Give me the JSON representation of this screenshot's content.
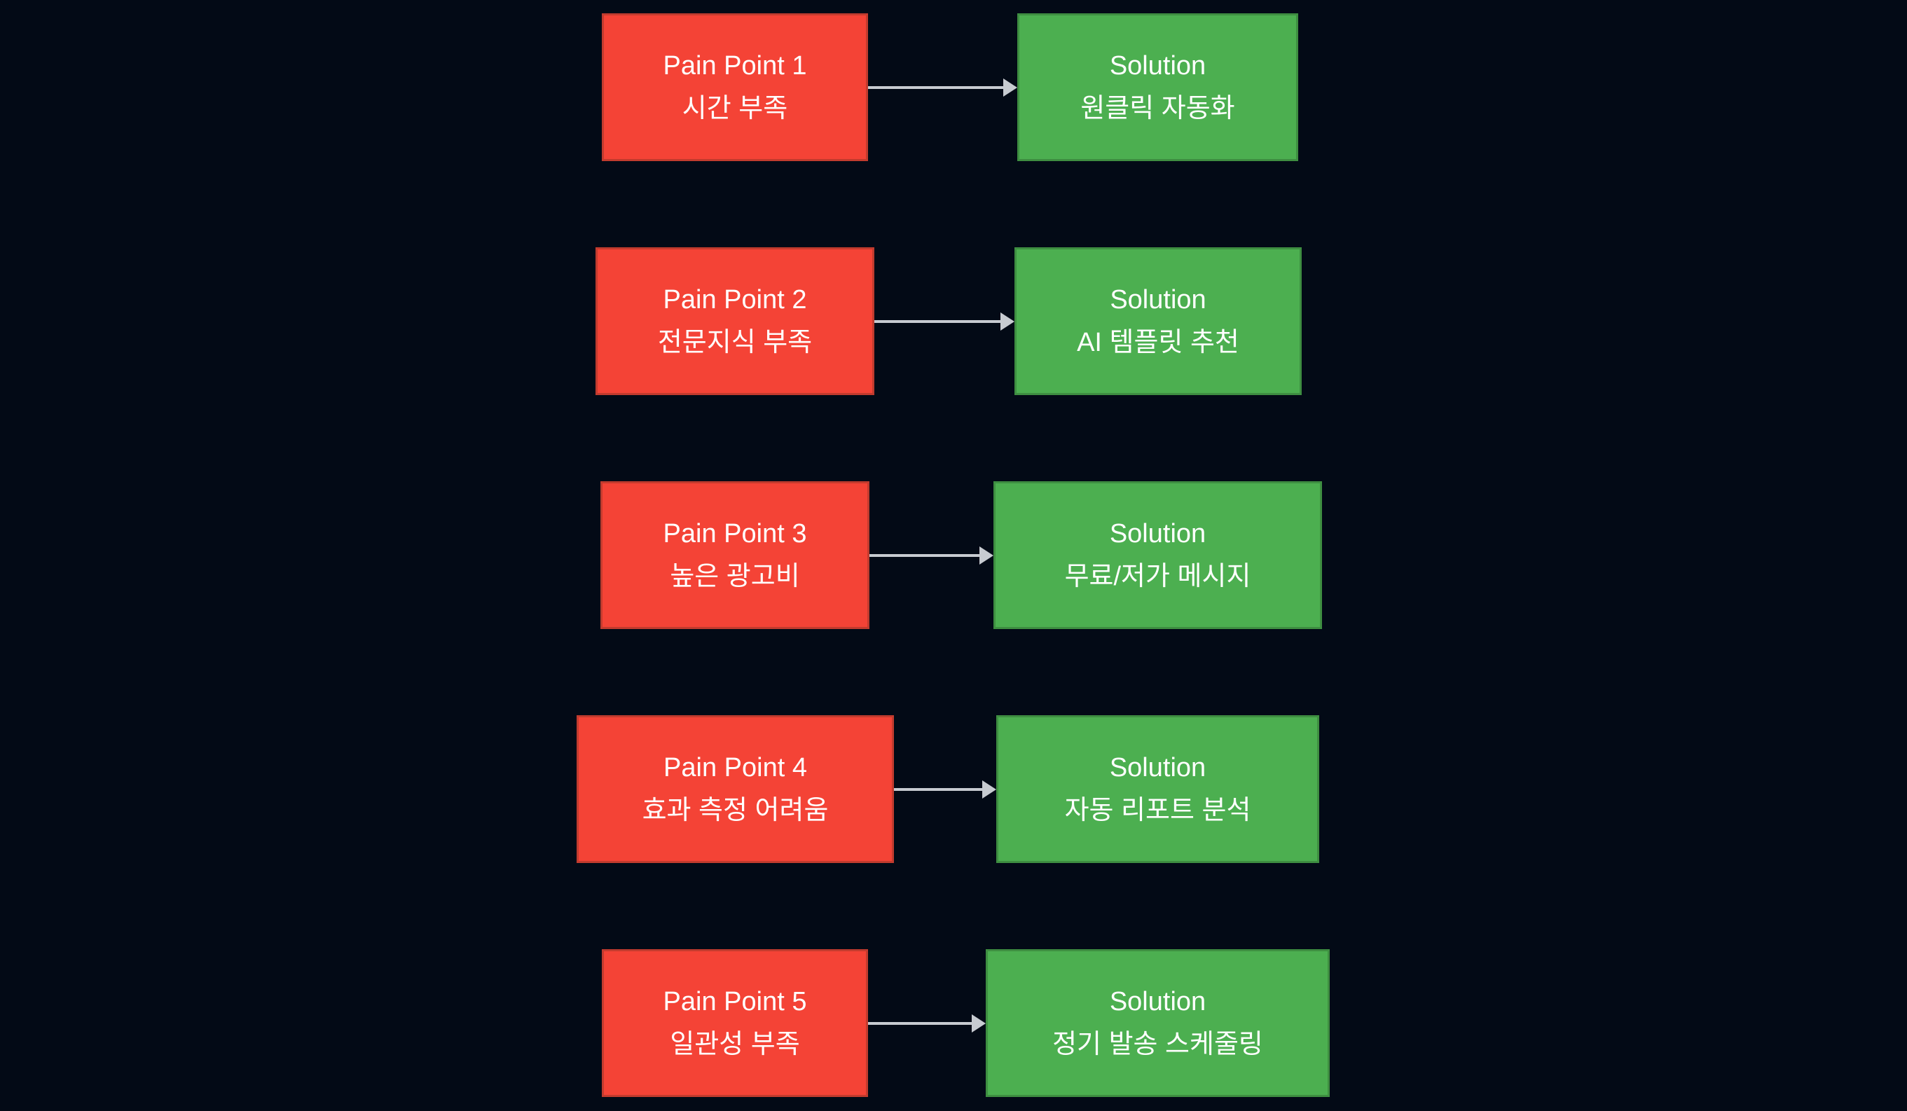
{
  "diagram": {
    "rows": [
      {
        "pain_title": "Pain Point 1",
        "pain_text": "시간 부족",
        "solution_title": "Solution",
        "solution_text": "원클릭 자동화"
      },
      {
        "pain_title": "Pain Point 2",
        "pain_text": "전문지식 부족",
        "solution_title": "Solution",
        "solution_text": "AI 템플릿 추천"
      },
      {
        "pain_title": "Pain Point 3",
        "pain_text": "높은 광고비",
        "solution_title": "Solution",
        "solution_text": "무료/저가 메시지"
      },
      {
        "pain_title": "Pain Point 4",
        "pain_text": "효과 측정 어려움",
        "solution_title": "Solution",
        "solution_text": "자동 리포트 분석"
      },
      {
        "pain_title": "Pain Point 5",
        "pain_text": "일관성 부족",
        "solution_title": "Solution",
        "solution_text": "정기 발송 스케줄링"
      }
    ],
    "colors": {
      "background": "#030a16",
      "pain_fill": "#f44336",
      "pain_border": "#c23b2e",
      "solution_fill": "#4caf50",
      "solution_border": "#3e8e41",
      "arrow": "#c7cbd1",
      "text": "#ffffff"
    }
  }
}
